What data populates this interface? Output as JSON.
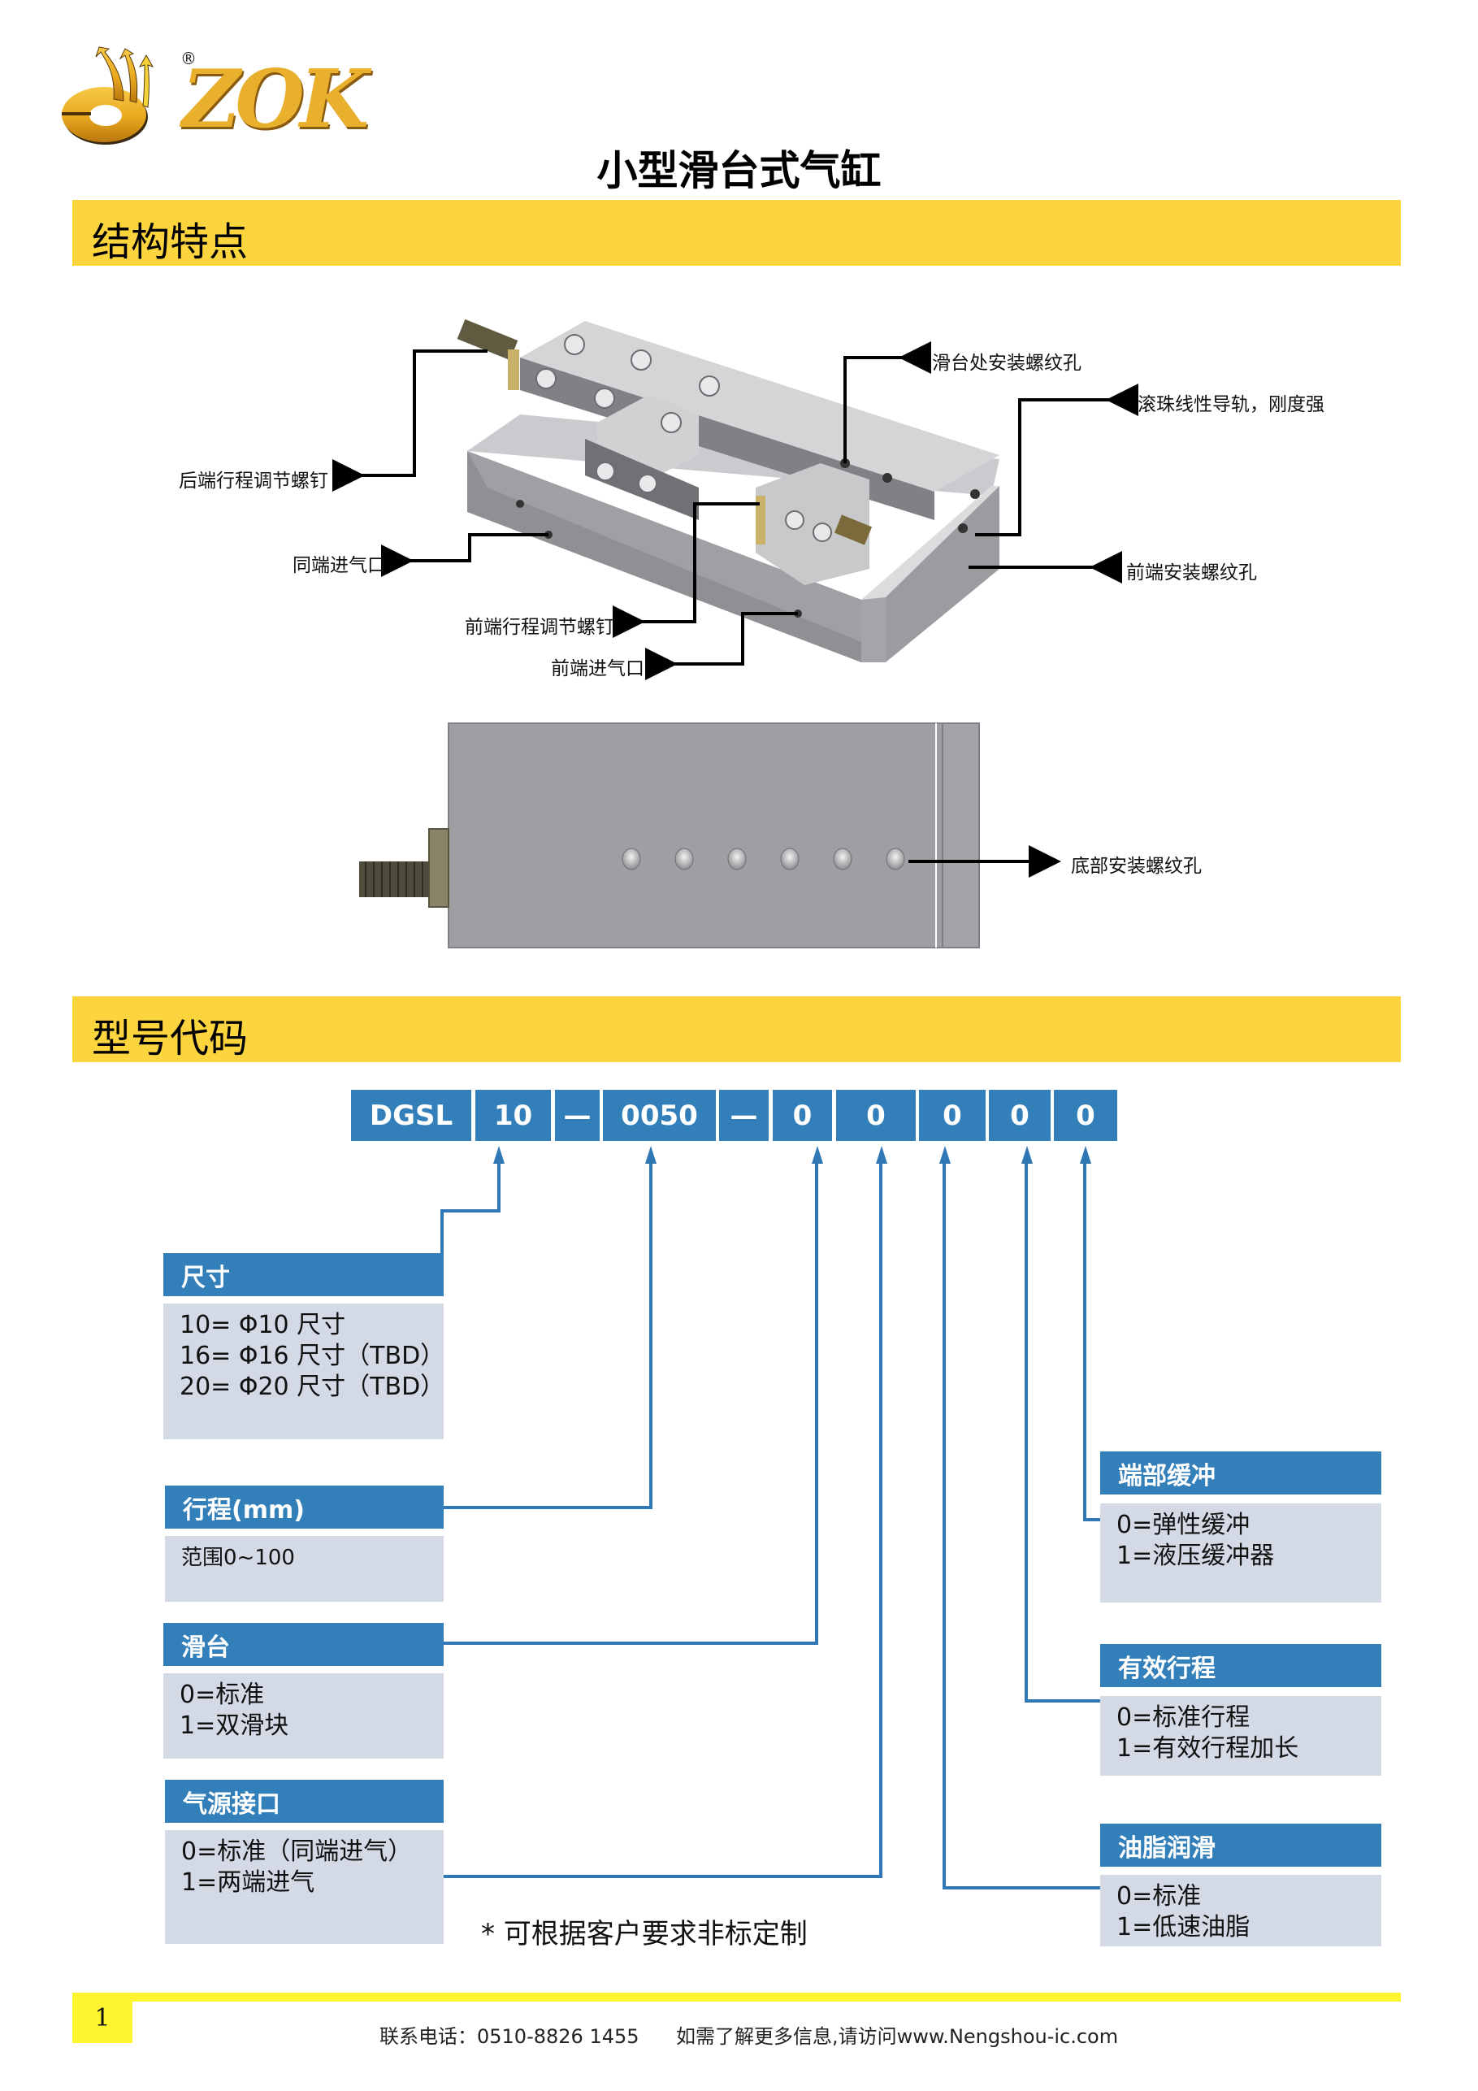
{
  "brand": {
    "logo_text": "ZOK",
    "registered_mark": "®"
  },
  "page_title": "小型滑台式气缸",
  "sections": {
    "structure": "结构特点",
    "model_code": "型号代码"
  },
  "structure_labels": {
    "slide_mount_holes": "滑台处安装螺纹孔",
    "ball_linear_guide": "滚珠线性导轨，刚度强",
    "rear_stroke_screw": "后端行程调节螺钉",
    "same_side_inlet": "同端进气口",
    "front_mount_holes": "前端安装螺纹孔",
    "front_stroke_screw": "前端行程调节螺钉",
    "front_inlet": "前端进气口",
    "bottom_mount_holes": "底部安装螺纹孔"
  },
  "model_code": {
    "segments": [
      "DGSL",
      "10",
      "—",
      "0050",
      "—",
      "0",
      "0",
      "0",
      "0",
      "0"
    ]
  },
  "options": {
    "size": {
      "title": "尺寸",
      "lines": [
        "10= Φ10 尺寸",
        "16= Φ16 尺寸（TBD）",
        "20= Φ20 尺寸（TBD）"
      ]
    },
    "stroke": {
      "title": "行程(mm)",
      "lines": [
        "范围0~100"
      ]
    },
    "slide": {
      "title": "滑台",
      "lines": [
        "0=标准",
        "1=双滑块"
      ]
    },
    "air_port": {
      "title": "气源接口",
      "lines": [
        "0=标准（同端进气）",
        "1=两端进气"
      ]
    },
    "end_buffer": {
      "title": "端部缓冲",
      "lines": [
        "0=弹性缓冲",
        "1=液压缓冲器"
      ]
    },
    "effective_stroke": {
      "title": "有效行程",
      "lines": [
        "0=标准行程",
        "1=有效行程加长"
      ]
    },
    "grease": {
      "title": "油脂润滑",
      "lines": [
        "0=标准",
        "1=低速油脂"
      ]
    }
  },
  "note": "* 可根据客户要求非标定制",
  "footer": {
    "page_number": "1",
    "phone": "联系电话：0510-8826 1455",
    "more_info": "如需了解更多信息,请访问www.Nengshou-ic.com"
  },
  "colors": {
    "section_yellow": "#FCD53E",
    "code_blue": "#337FBA",
    "option_body": "#D3DAE6",
    "footer_yellow": "#FFF52E",
    "logo_gold": "#E8B02C"
  }
}
